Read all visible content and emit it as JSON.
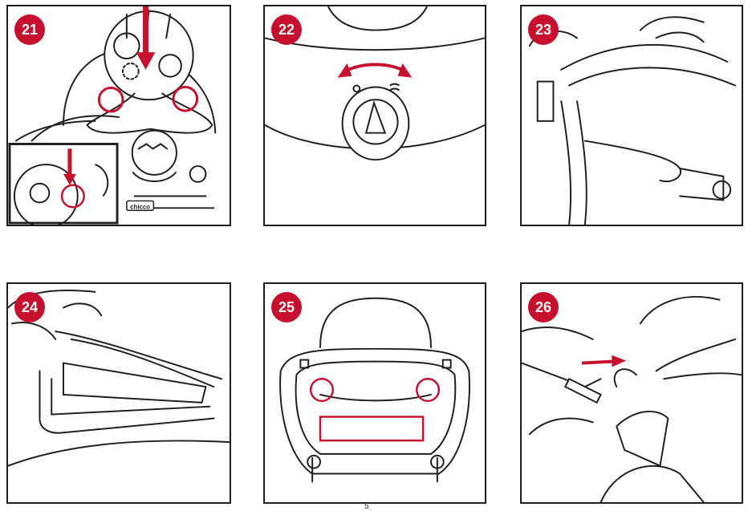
{
  "steps": [
    {
      "number": "21",
      "illustration": "remove-toy-tray-icon"
    },
    {
      "number": "22",
      "illustration": "rotate-knob-icon"
    },
    {
      "number": "23",
      "illustration": "fold-seat-icon"
    },
    {
      "number": "24",
      "illustration": "lift-tray-cover-icon"
    },
    {
      "number": "25",
      "illustration": "undercarriage-clips-icon"
    },
    {
      "number": "26",
      "illustration": "unhook-fabric-icon"
    }
  ],
  "colors": {
    "badge": "#c8102e",
    "highlight": "#c8102e",
    "line": "#231f20",
    "shade": "#e9e9e9"
  },
  "logo_text": "chicco",
  "page_number": "5"
}
